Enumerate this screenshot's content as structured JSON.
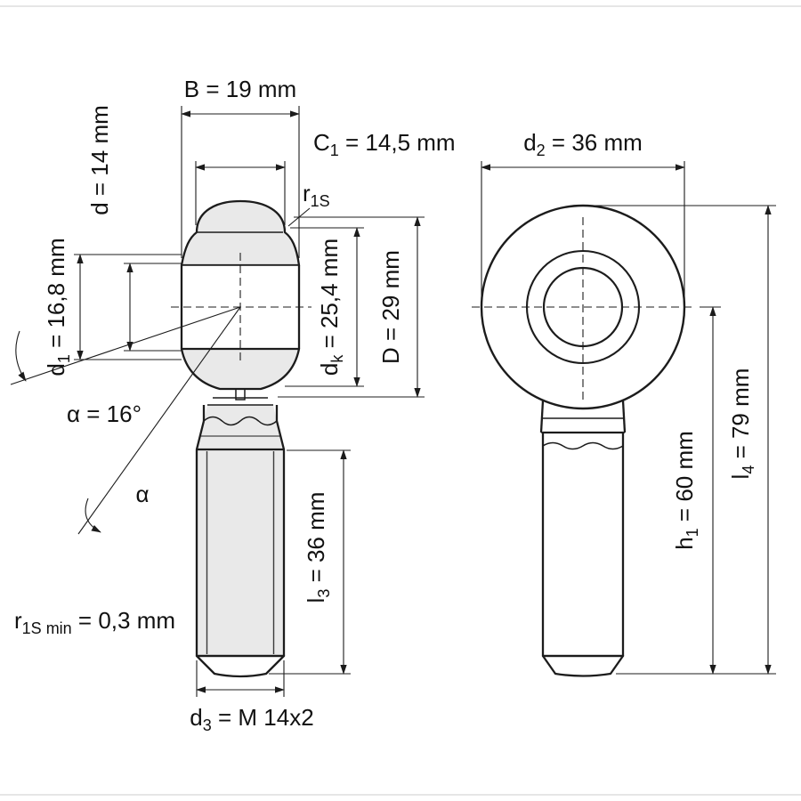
{
  "page": {
    "background": "#ffffff"
  },
  "drawing": {
    "type": "technical-dimension-drawing",
    "subject": "rod end bearing with male thread, side view and end view",
    "line_color": "#1c1c1c",
    "shade_color": "#e9e9e9"
  },
  "labels": {
    "B": {
      "text": "B = 19 mm"
    },
    "C1": {
      "sym": "C",
      "sub": "1",
      "val": " = 14,5 mm"
    },
    "d": {
      "text": "d = 14 mm"
    },
    "d1": {
      "sym": "d",
      "sub": "1",
      "val": " = 16,8 mm"
    },
    "dk": {
      "sym": "d",
      "sub": "k",
      "val": " = 25,4 mm"
    },
    "D": {
      "text": "D = 29 mm"
    },
    "r1s": {
      "sym": "r",
      "sub": "1S",
      "val": ""
    },
    "alpha16": {
      "text": "α = 16°"
    },
    "alpha": {
      "text": "α"
    },
    "r1smin": {
      "sym": "r",
      "sub": "1S min",
      "val": " = 0,3 mm"
    },
    "l3": {
      "sym": "l",
      "sub": "3",
      "val": " = 36 mm"
    },
    "d3": {
      "sym": "d",
      "sub": "3",
      "val": " = M 14x2"
    },
    "d2": {
      "sym": "d",
      "sub": "2",
      "val": " = 36 mm"
    },
    "h1": {
      "sym": "h",
      "sub": "1",
      "val": " = 60 mm"
    },
    "l4": {
      "sym": "l",
      "sub": "4",
      "val": " = 79 mm"
    }
  },
  "dimensions_mm": {
    "B": 19,
    "C1": 14.5,
    "d": 14,
    "d1": 16.8,
    "dk": 25.4,
    "D": 29,
    "alpha_deg": 16,
    "r1s_min": 0.3,
    "l3": 36,
    "d3_thread": "M 14x2",
    "d2": 36,
    "h1": 60,
    "l4": 79
  }
}
